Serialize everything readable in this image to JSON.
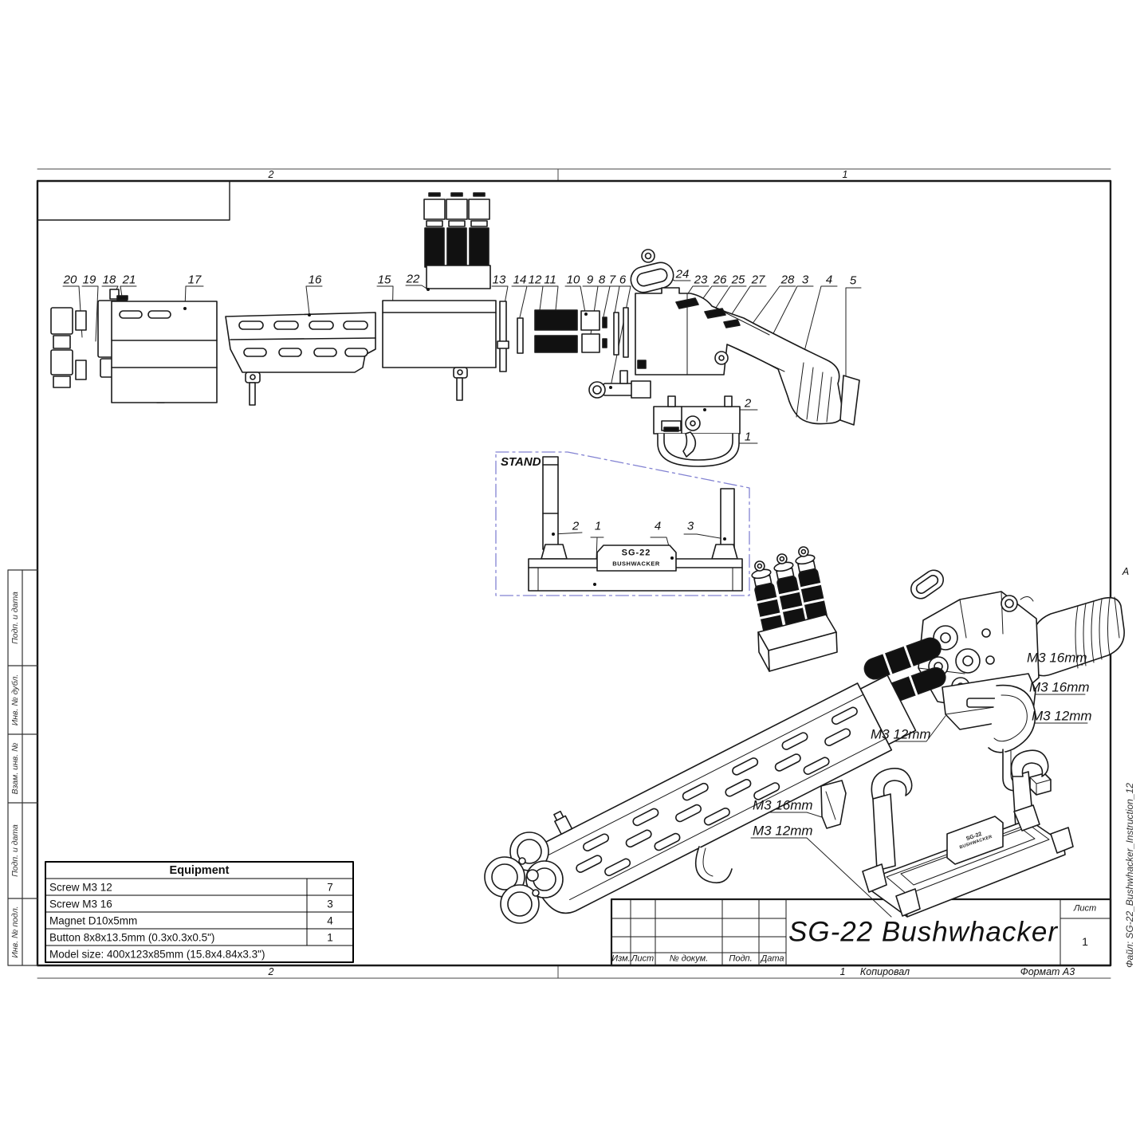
{
  "frame": {
    "zone_top_left": "2",
    "zone_top_right": "1",
    "zone_bottom_left": "2",
    "zone_bottom_right": "1",
    "zone_side": "A",
    "copied_label": "Копировал",
    "format_label": "Формат А3",
    "file_label": "Файл: SG-22_Bushwhacker_Instruction_12"
  },
  "stamp_column": {
    "cells": [
      "Подп. и дата",
      "Инв. № дубл.",
      "Взам. инв. №",
      "Подп. и дата",
      "Инв. № подл."
    ]
  },
  "exploded": {
    "labels": [
      "20",
      "19",
      "18",
      "21",
      "17",
      "16",
      "15",
      "22",
      "13",
      "14",
      "12",
      "11",
      "10",
      "9",
      "8",
      "7",
      "6",
      "24",
      "23",
      "26",
      "25",
      "27",
      "28",
      "3",
      "4",
      "5"
    ]
  },
  "trigger": {
    "labels": [
      "2",
      "1"
    ]
  },
  "stand_2d": {
    "title": "STAND",
    "labels": [
      "2",
      "1",
      "4",
      "3"
    ],
    "plate": {
      "line1": "SG-22",
      "line2": "BUSHWACKER"
    }
  },
  "assembly": {
    "screw_labels": [
      "M3 16mm",
      "M3 16mm",
      "M3 12mm",
      "M3 12mm",
      "M3 16mm",
      "M3 12mm"
    ]
  },
  "stand_3d": {
    "plate": {
      "line1": "SG-22",
      "line2": "BUSHWACKER"
    }
  },
  "equipment": {
    "title": "Equipment",
    "rows": [
      {
        "name": "Screw M3 12",
        "qty": "7"
      },
      {
        "name": "Screw M3 16",
        "qty": "3"
      },
      {
        "name": "Magnet D10x5mm",
        "qty": "4"
      },
      {
        "name": "Button 8x8x13.5mm (0.3x0.3x0.5\")",
        "qty": "1"
      }
    ],
    "model_size": "Model size: 400x123x85mm (15.8x4.84x3.3\")"
  },
  "title_block": {
    "col_headers": [
      "Изм.",
      "Лист",
      "№ докум.",
      "Подп.",
      "Дата"
    ],
    "title": "SG-22 Bushwhacker",
    "sheet_label": "Лист",
    "sheet_number": "1"
  }
}
